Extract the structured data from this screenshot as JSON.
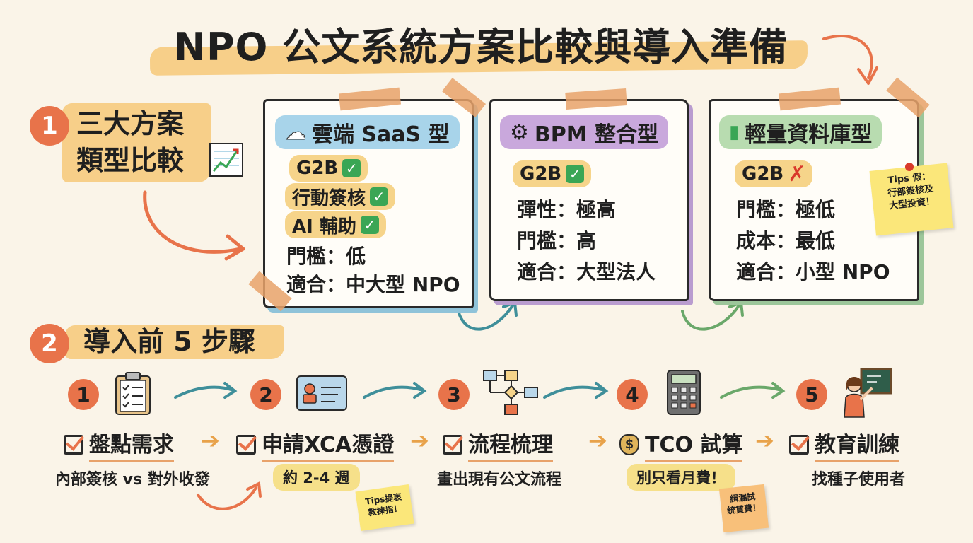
{
  "title": "NPO 公文系統方案比較與導入準備",
  "section1": {
    "num": "1",
    "line1": "三大方案",
    "line2": "類型比較"
  },
  "section2": {
    "num": "2",
    "label": "導入前 5 步驟"
  },
  "cards": [
    {
      "icon": "☁",
      "title": "雲端 SaaS 型",
      "chips": [
        {
          "label": "G2B",
          "mark": "✓"
        },
        {
          "label": "行動簽核",
          "mark": "✓"
        },
        {
          "label": "AI 輔助",
          "mark": "✓"
        }
      ],
      "lines": [
        "門檻：低",
        "適合：中大型 NPO"
      ]
    },
    {
      "icon": "⚙",
      "title": "BPM 整合型",
      "chips": [
        {
          "label": "G2B",
          "mark": "✓"
        }
      ],
      "lines": [
        "彈性：極高",
        "門檻：高",
        "適合：大型法人"
      ]
    },
    {
      "icon": "▮",
      "title": "輕量資料庫型",
      "chips": [
        {
          "label": "G2B",
          "mark": "✗"
        }
      ],
      "lines": [
        "門檻：極低",
        "成本：最低",
        "適合：小型 NPO"
      ]
    }
  ],
  "sticky_card3": "Tips 假：\n行部簽核及\n大型投資！",
  "steps": [
    {
      "num": "1",
      "label": "盤點需求",
      "sub": "內部簽核 vs 對外收發"
    },
    {
      "num": "2",
      "label": "申請XCA憑證",
      "sub": "約 2-4 週"
    },
    {
      "num": "3",
      "label": "流程梳理",
      "sub": "畫出現有公文流程"
    },
    {
      "num": "4",
      "label": "TCO 試算",
      "sub": "別只看月費！"
    },
    {
      "num": "5",
      "label": "教育訓練",
      "sub": "找種子使用者"
    }
  ],
  "sticky_step2": "Tips提衷\n教揀指！",
  "sticky_step4": "緝漏試\n統賃費！",
  "colors": {
    "accent": "#e8734a",
    "highlight": "#f6c878",
    "saas": "#a8d4ea",
    "bpm": "#c9a8dc",
    "db": "#b8dcb0"
  }
}
